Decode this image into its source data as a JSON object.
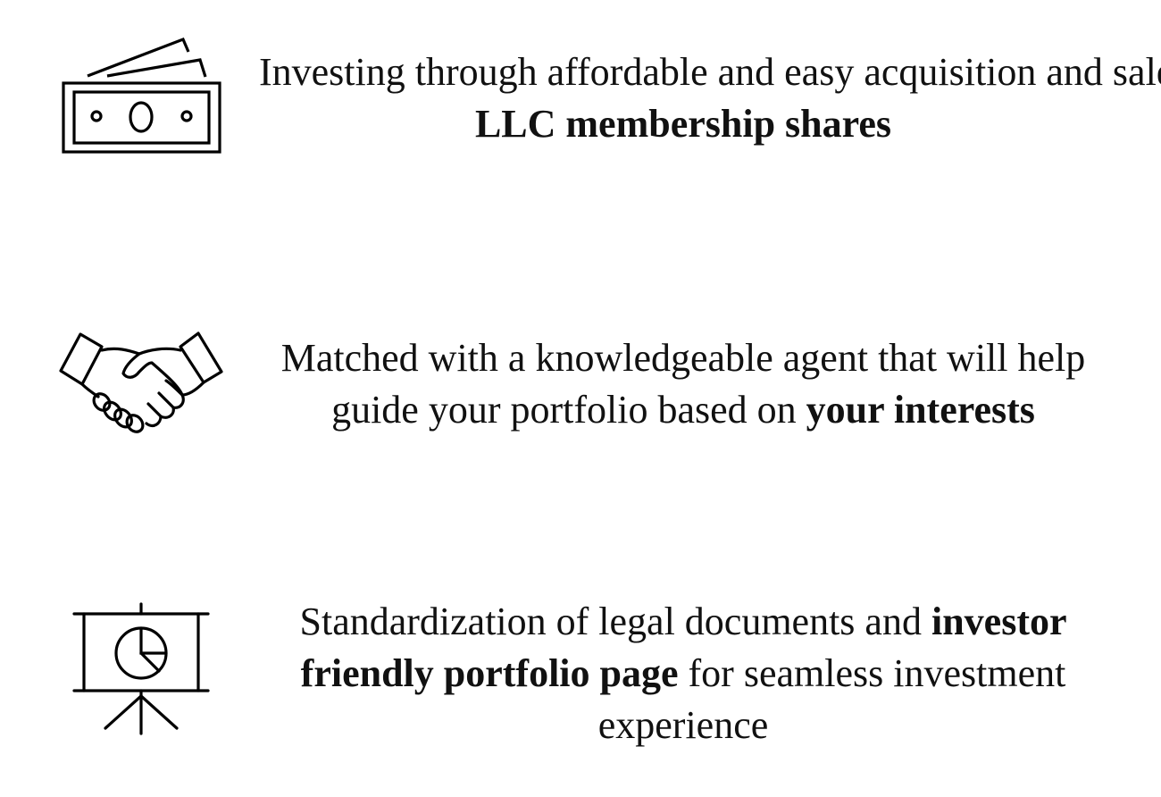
{
  "features": [
    {
      "icon": "money-bills-icon",
      "text_parts": [
        "Investing through affordable and easy acquisition and sale of ",
        "LLC membership shares"
      ]
    },
    {
      "icon": "handshake-icon",
      "text_parts": [
        "Matched with a knowledgeable agent that will help guide your portfolio based on ",
        "your interests"
      ]
    },
    {
      "icon": "presentation-pie-chart-icon",
      "text_parts": [
        "Standardization of legal documents and ",
        "investor friendly portfolio page",
        " for seamless investment experience"
      ]
    }
  ]
}
